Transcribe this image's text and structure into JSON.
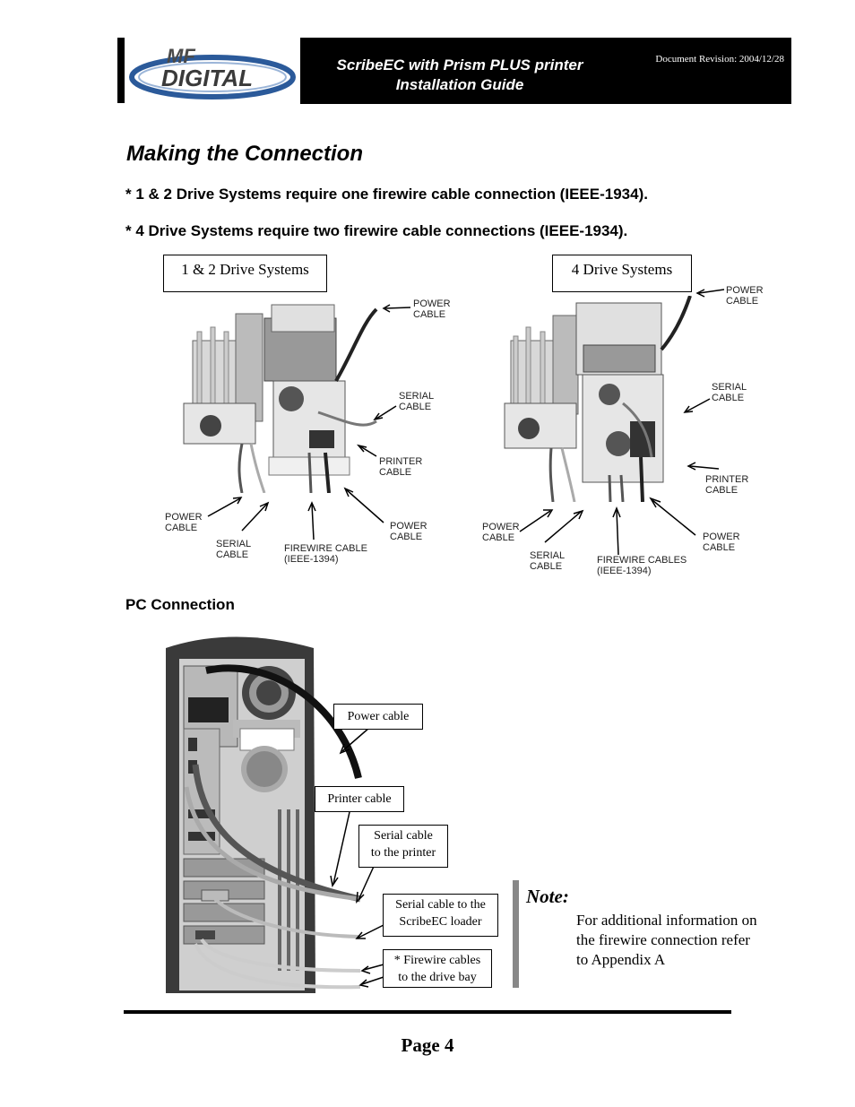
{
  "header": {
    "logo_top": "MF",
    "logo_bottom": "DIGITAL",
    "title_line1": "ScribeEC with Prism PLUS printer",
    "title_line2": "Installation Guide",
    "revision": "Document Revision: 2004/12/28"
  },
  "section_title": "Making the Connection",
  "requirements": [
    "* 1 & 2 Drive Systems require one firewire cable connection (IEEE-1934).",
    "* 4 Drive Systems require two firewire cable connections (IEEE-1934)."
  ],
  "diagram_left": {
    "label": "1 & 2 Drive Systems",
    "callouts": {
      "power_top": [
        "POWER",
        "CABLE"
      ],
      "serial_right": [
        "SERIAL",
        "CABLE"
      ],
      "printer": [
        "PRINTER",
        "CABLE"
      ],
      "power_bottom_left": [
        "POWER",
        "CABLE"
      ],
      "serial_bottom": [
        "SERIAL",
        "CABLE"
      ],
      "firewire": [
        "FIREWIRE CABLE",
        "(IEEE-1394)"
      ],
      "power_bottom_right": [
        "POWER",
        "CABLE"
      ]
    }
  },
  "diagram_right": {
    "label": "4 Drive Systems",
    "callouts": {
      "power_top": [
        "POWER",
        "CABLE"
      ],
      "serial_right": [
        "SERIAL",
        "CABLE"
      ],
      "printer": [
        "PRINTER",
        "CABLE"
      ],
      "power_bottom_left": [
        "POWER",
        "CABLE"
      ],
      "serial_bottom": [
        "SERIAL",
        "CABLE"
      ],
      "firewire": [
        "FIREWIRE CABLES",
        "(IEEE-1394)"
      ],
      "power_bottom_right": [
        "POWER",
        "CABLE"
      ]
    }
  },
  "pc_section": {
    "heading": "PC Connection",
    "labels": {
      "power": "Power cable",
      "printer": "Printer cable",
      "serial_printer": [
        "Serial cable",
        "to the printer"
      ],
      "serial_loader": [
        "Serial cable to the",
        "ScribeEC loader"
      ],
      "firewire": [
        "* Firewire cables",
        "to the drive bay"
      ]
    }
  },
  "note": {
    "title": "Note:",
    "text": "For additional information on the firewire connection refer to Appendix A"
  },
  "footer": {
    "page": "Page 4"
  }
}
